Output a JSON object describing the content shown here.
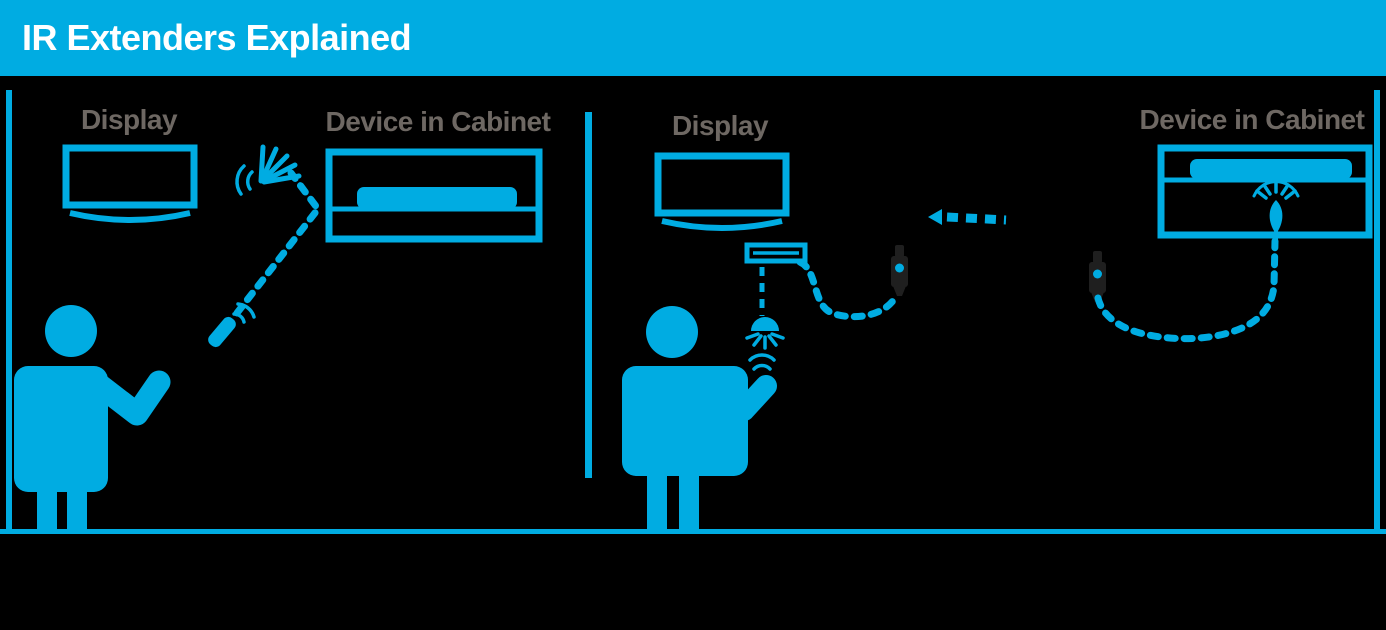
{
  "header": {
    "title": "IR Extenders Explained"
  },
  "colors": {
    "cyan": "#00ACE2",
    "label_gray": "#6E6863",
    "bg": "#000000",
    "dark": "#1F1F1F",
    "white": "#FFFFFF"
  },
  "panels": {
    "left": {
      "display_label": "Display",
      "cabinet_label": "Device in Cabinet"
    },
    "right": {
      "display_label": "Display",
      "cabinet_label": "Device in Cabinet"
    }
  },
  "icons": {
    "tv-display-icon": "rectangle outline with curved stand",
    "cabinet-icon": "rectangle outline with shelf line",
    "media-device-icon": "filled rounded bar on shelf",
    "person-silhouette-icon": "head circle, torso, legs, raised arm",
    "remote-control-icon": "tilted rounded bar with signal arcs",
    "ir-beam-dotted-icon": "dotted beam bouncing off cabinet",
    "ir-scatter-burst-icon": "fan of rays with ripple arcs",
    "ir-receiver-box-icon": "small slotted box under display",
    "ir-receiver-eye-icon": "dome with radiating spokes",
    "audio-jack-connector-icon": "dark 3.5mm plug with cyan dot",
    "signal-arrow-icon": "left-pointing dashed arrow",
    "extension-cable-icon": "dotted curved cable",
    "ir-emitter-icon": "teardrop bulb with upward rays"
  }
}
